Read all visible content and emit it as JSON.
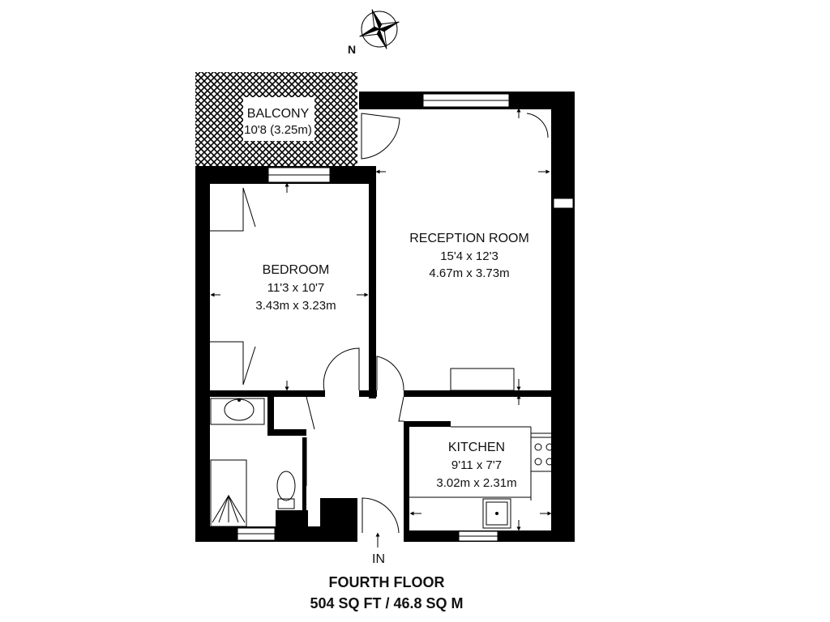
{
  "compass": {
    "label": "N"
  },
  "rooms": {
    "balcony": {
      "name": "BALCONY",
      "dim1": "10'8 (3.25m)"
    },
    "reception": {
      "name": "RECEPTION ROOM",
      "dim1": "15'4 x 12'3",
      "dim2": "4.67m x 3.73m"
    },
    "bedroom": {
      "name": "BEDROOM",
      "dim1": "11'3 x 10'7",
      "dim2": "3.43m x 3.23m"
    },
    "kitchen": {
      "name": "KITCHEN",
      "dim1": "9'11 x 7'7",
      "dim2": "3.02m x 2.31m"
    }
  },
  "entrance": {
    "label": "IN"
  },
  "floor": {
    "name": "FOURTH FLOOR",
    "area": "504 SQ FT / 46.8 SQ M"
  }
}
